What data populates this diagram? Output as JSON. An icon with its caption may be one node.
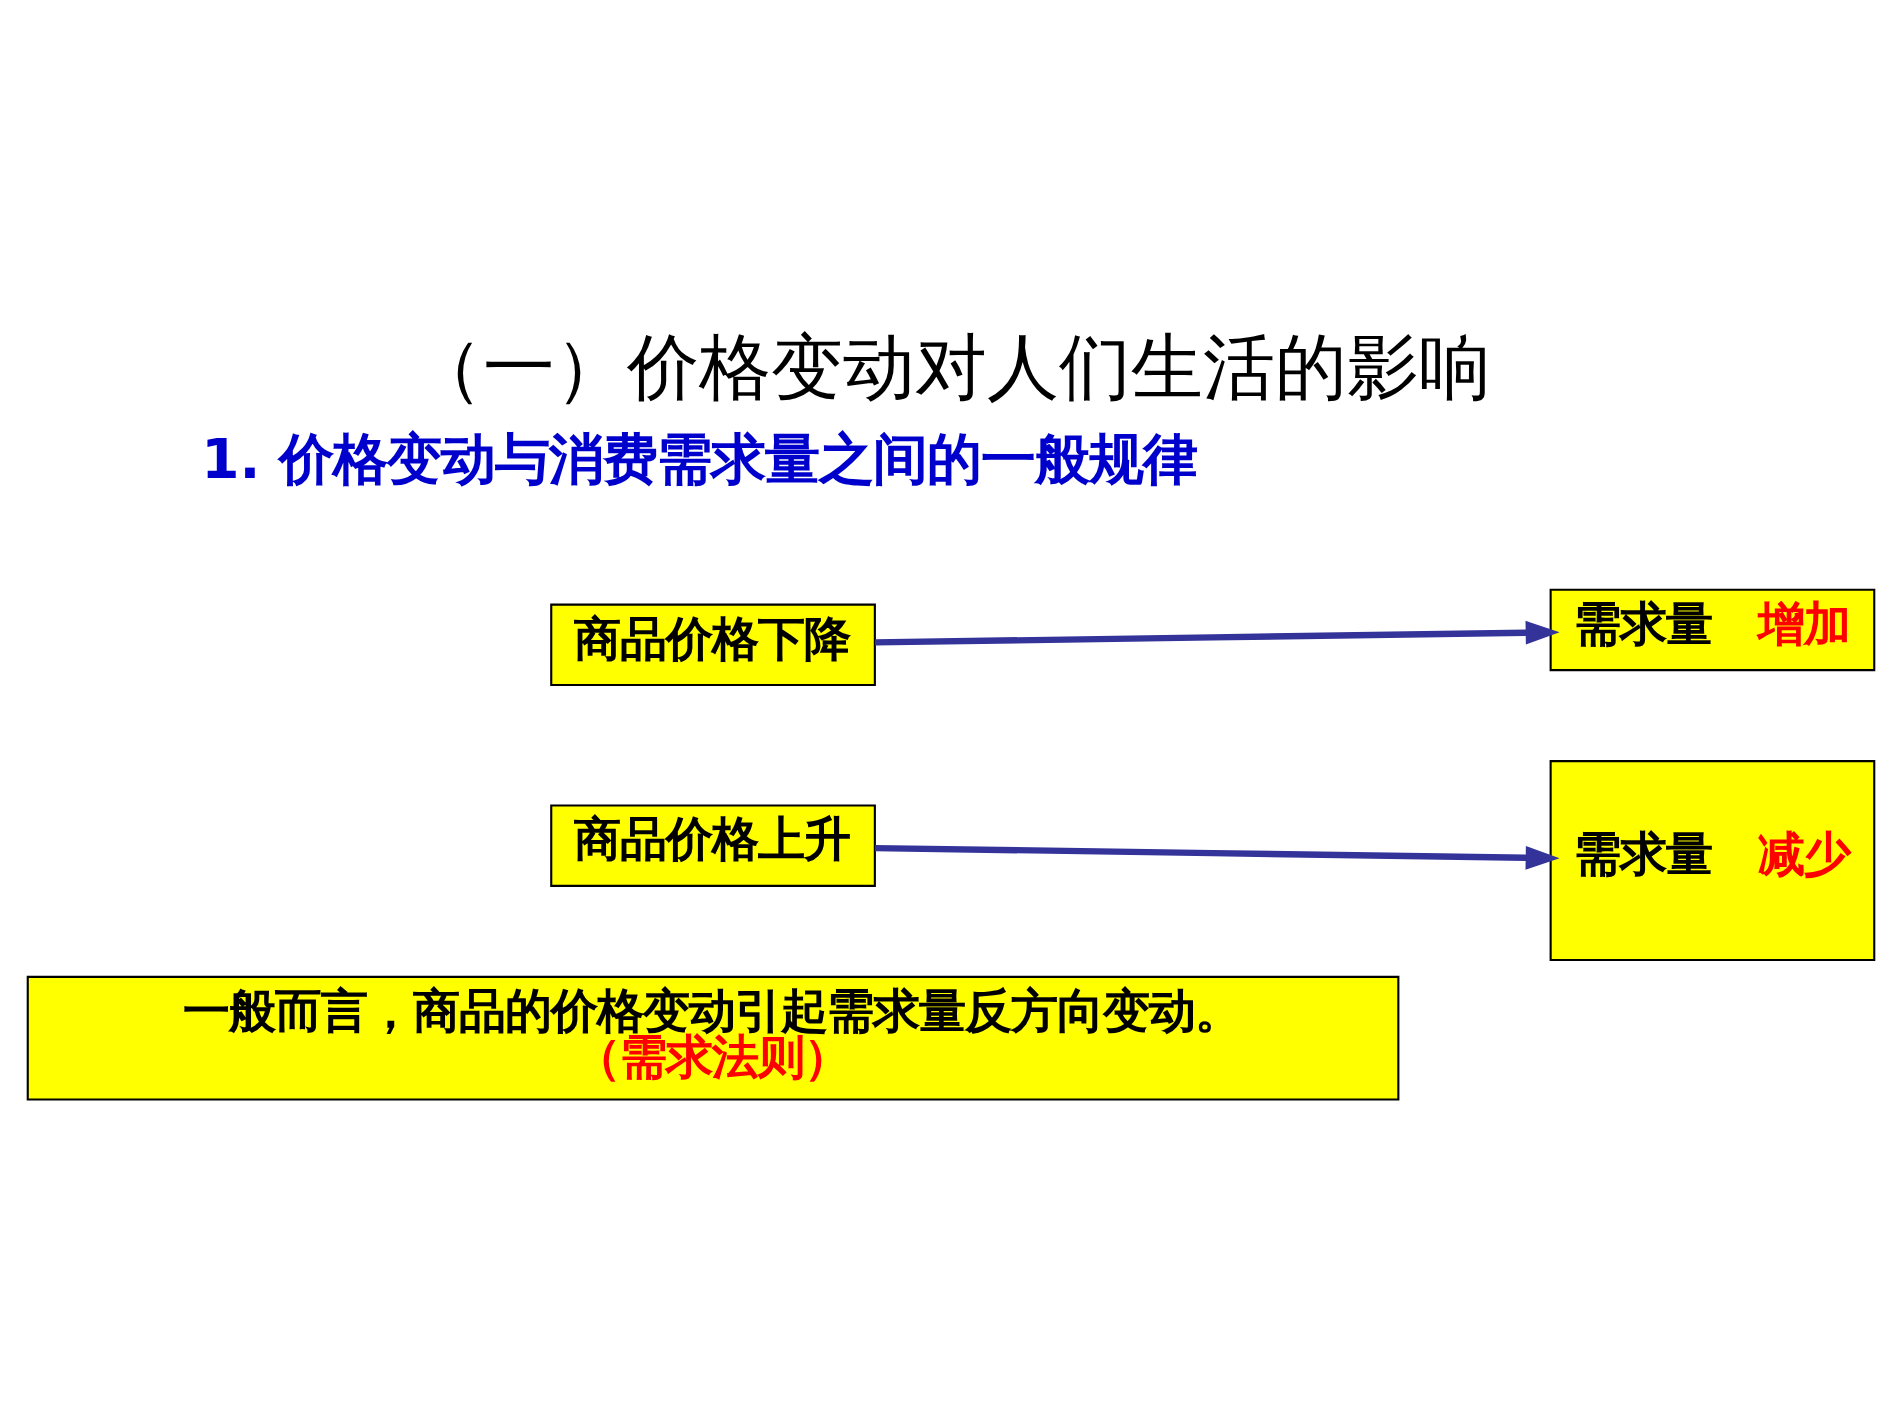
{
  "diagram": {
    "title": "（一）价格变动对人们生活的影响",
    "nodes": [
      {
        "text": [
          "商品价格下降"
        ]
      },
      {
        "text": [
          "需求量",
          "增加"
        ]
      },
      {
        "text": [
          "商品价格上升"
        ]
      },
      {
        "text": [
          "需求量",
          "减少"
        ]
      },
      {
        "text": [
          "一般而言，商品的价格变动引起需求量反方向变动。",
          "（需求法则）"
        ]
      }
    ],
    "edges": [
      {
        "from": 0,
        "to": 1,
        "arrow": "to"
      },
      {
        "from": 2,
        "to": 3,
        "arrow": "to"
      }
    ],
    "labels": [
      "1. 价格变动与消费需求量之间的一般规律"
    ]
  }
}
